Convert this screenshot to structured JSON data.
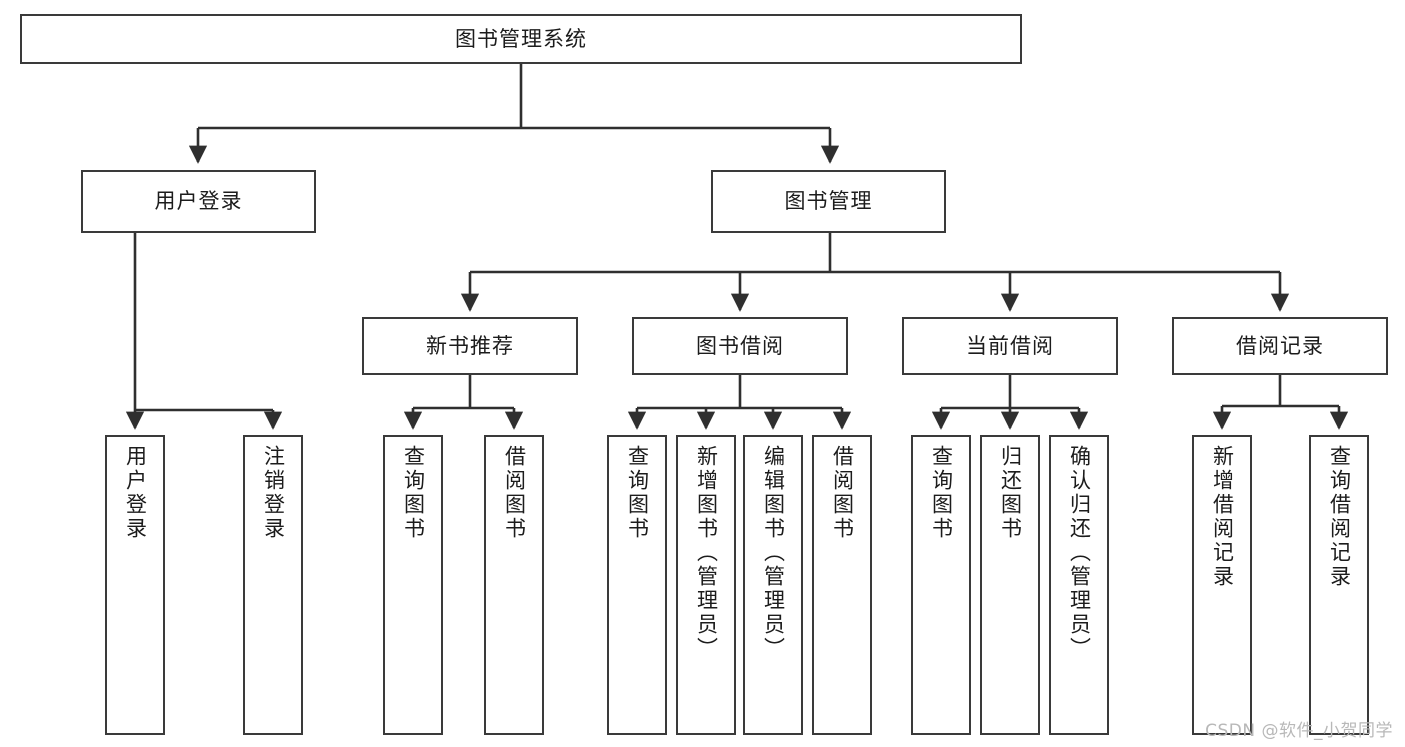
{
  "diagram": {
    "title": "图书管理系统",
    "type": "tree",
    "orientation": "top-down",
    "colors": {
      "box_border": "#3a3a3a",
      "box_fill": "#ffffff",
      "connector": "#2f2f2f",
      "text": "#1c1c1c",
      "watermark": "#b8b8b8",
      "background": "#ffffff"
    },
    "root": {
      "label": "图书管理系统",
      "children": [
        {
          "label": "用户登录",
          "children": [
            {
              "label": "用户登录"
            },
            {
              "label": "注销登录"
            }
          ]
        },
        {
          "label": "图书管理",
          "children": [
            {
              "label": "新书推荐",
              "children": [
                {
                  "label": "查询图书"
                },
                {
                  "label": "借阅图书"
                }
              ]
            },
            {
              "label": "图书借阅",
              "children": [
                {
                  "label": "查询图书"
                },
                {
                  "label": "新增图书（管理员）"
                },
                {
                  "label": "编辑图书（管理员）"
                },
                {
                  "label": "借阅图书"
                }
              ]
            },
            {
              "label": "当前借阅",
              "children": [
                {
                  "label": "查询图书"
                },
                {
                  "label": "归还图书"
                },
                {
                  "label": "确认归还（管理员）"
                }
              ]
            },
            {
              "label": "借阅记录",
              "children": [
                {
                  "label": "新增借阅记录"
                },
                {
                  "label": "查询借阅记录"
                }
              ]
            }
          ]
        }
      ]
    }
  },
  "nodes": {
    "root": {
      "label": "图书管理系统"
    },
    "l2_user_login": {
      "label": "用户登录"
    },
    "l2_book_mgmt": {
      "label": "图书管理"
    },
    "l3_new_book_rec": {
      "label": "新书推荐"
    },
    "l3_book_borrow": {
      "label": "图书借阅"
    },
    "l3_current_borrow": {
      "label": "当前借阅"
    },
    "l3_borrow_record": {
      "label": "借阅记录"
    },
    "leaf_user_login": {
      "label": "用户登录"
    },
    "leaf_logout": {
      "label": "注销登录"
    },
    "leaf_rec_query_book": {
      "label": "查询图书"
    },
    "leaf_rec_borrow_book": {
      "label": "借阅图书"
    },
    "leaf_bb_query_book": {
      "label": "查询图书"
    },
    "leaf_bb_add_book": {
      "label": "新增图书（管理员）"
    },
    "leaf_bb_edit_book": {
      "label": "编辑图书（管理员）"
    },
    "leaf_bb_borrow_book": {
      "label": "借阅图书"
    },
    "leaf_cb_query_book": {
      "label": "查询图书"
    },
    "leaf_cb_return_book": {
      "label": "归还图书"
    },
    "leaf_cb_confirm_return": {
      "label": "确认归还（管理员）"
    },
    "leaf_br_add_record": {
      "label": "新增借阅记录"
    },
    "leaf_br_query_record": {
      "label": "查询借阅记录"
    }
  },
  "watermark": {
    "text": "CSDN @软件_小贺同学"
  }
}
